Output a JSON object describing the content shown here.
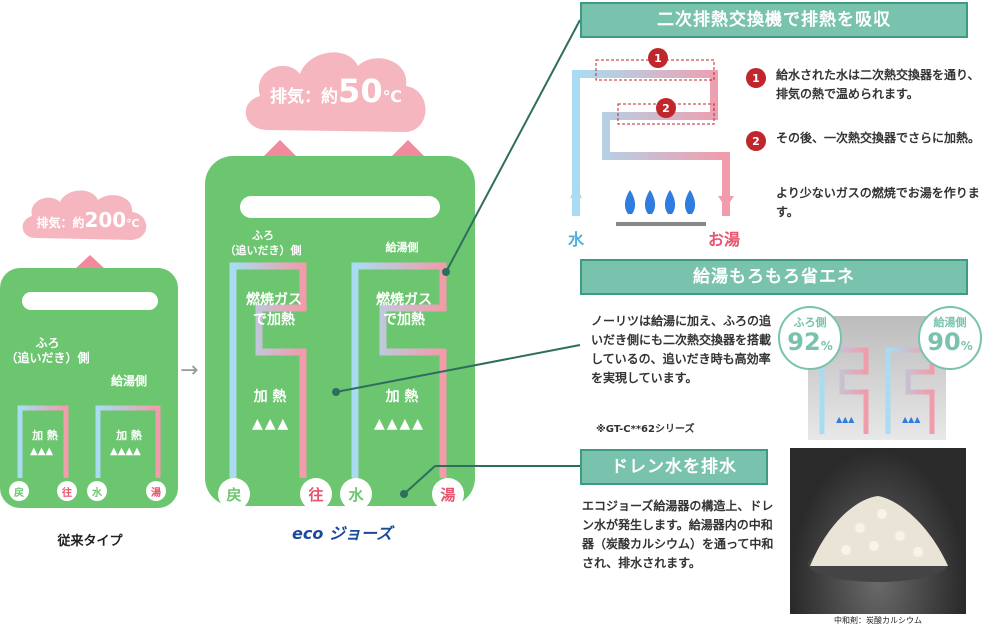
{
  "conventional": {
    "exhaust_label": "排気：約",
    "exhaust_value": "200",
    "exhaust_unit": "℃",
    "bath_side": "ふろ\n（追いだき）側",
    "hot_side": "給湯側",
    "heat_label": "加 熱",
    "ports": [
      "戻",
      "往",
      "水",
      "湯"
    ],
    "caption": "従来タイプ"
  },
  "eco": {
    "exhaust_label": "排気：約",
    "exhaust_value": "50",
    "exhaust_unit": "℃",
    "bath_side": "ふろ\n（追いだき）側",
    "hot_side": "給湯側",
    "gas_heat": "燃焼ガス\nで加熱",
    "heat_label": "加 熱",
    "ports": [
      "戻",
      "往",
      "水",
      "湯"
    ],
    "logo": "eco ジョーズ"
  },
  "section1": {
    "heading": "二次排熱交換機で排熱を吸収",
    "marker1": "1",
    "marker2": "2",
    "water_label": "水",
    "hot_label": "お湯",
    "text1": "給水された水は二次熱交換器を通り、排気の熱で温められます。",
    "text2": "その後、一次熱交換器でさらに加熱。",
    "text3": "より少ないガスの燃焼でお湯を作ります。"
  },
  "section2": {
    "heading": "給湯もろもろ省エネ",
    "text": "ノーリツは給湯に加え、ふろの追いだき側にも二次熱交換器を搭載しているの、追いだき時も高効率を実現しています。",
    "note": "※GT-C**62シリーズ",
    "bath_label": "ふろ側",
    "bath_value": "92",
    "hot_label": "給湯側",
    "hot_value": "90",
    "percent": "%"
  },
  "section3": {
    "heading": "ドレン水を排水",
    "text": "エコジョーズ給湯器の構造上、ドレン水が発生します。給湯器内の中和器（炭酸カルシウム）を通って中和され、排水されます。",
    "photo_caption": "中和剤：炭酸カルシウム"
  },
  "colors": {
    "green": "#6cc56f",
    "pink": "#f29bab",
    "blue": "#a9dcf2",
    "teal": "#79c3ae",
    "cloud": "#f5b6c0",
    "red": "#c0272d"
  }
}
